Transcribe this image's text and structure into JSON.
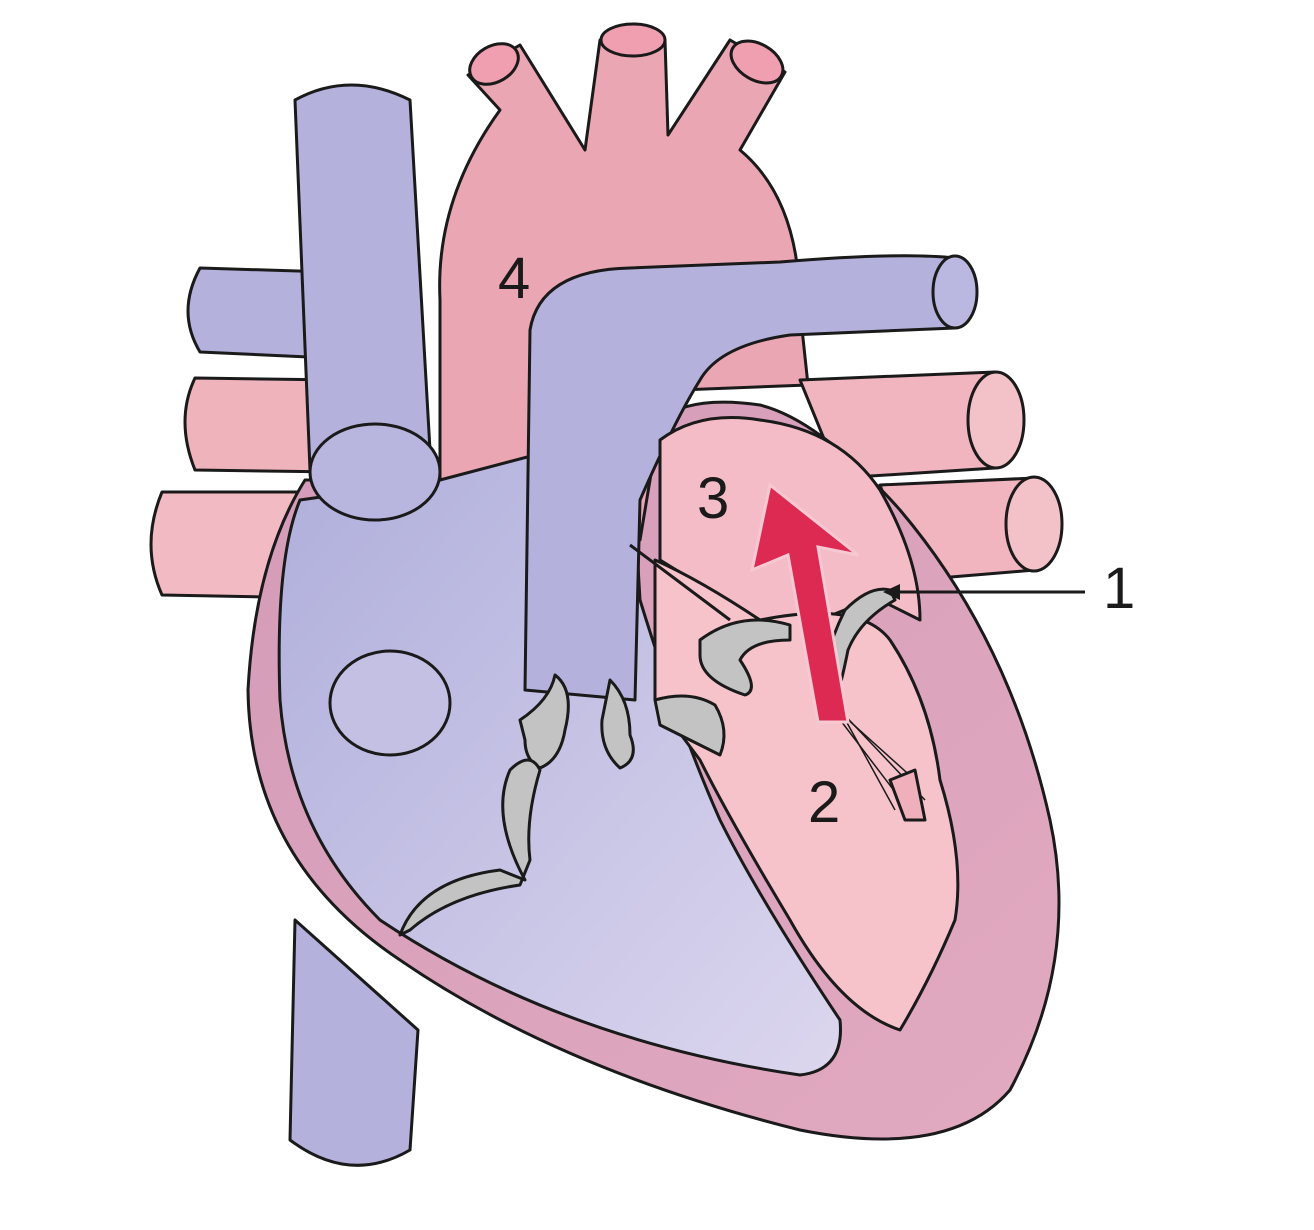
{
  "labels": {
    "one": "1",
    "two": "2",
    "three": "3",
    "four": "4"
  },
  "colors": {
    "deoxygenated": "#b4b2dc",
    "oxygenated": "#efb3bc",
    "aorta": "#eba6b4",
    "myocardium": "#dca3bd",
    "left_chamber": "#f4bcc6",
    "valve": "#c3c3c3",
    "flow_arrow": "#dc2a52",
    "outline": "#1a1a1a"
  },
  "icons": {
    "flow_arrow": "red-arrow-icon"
  }
}
